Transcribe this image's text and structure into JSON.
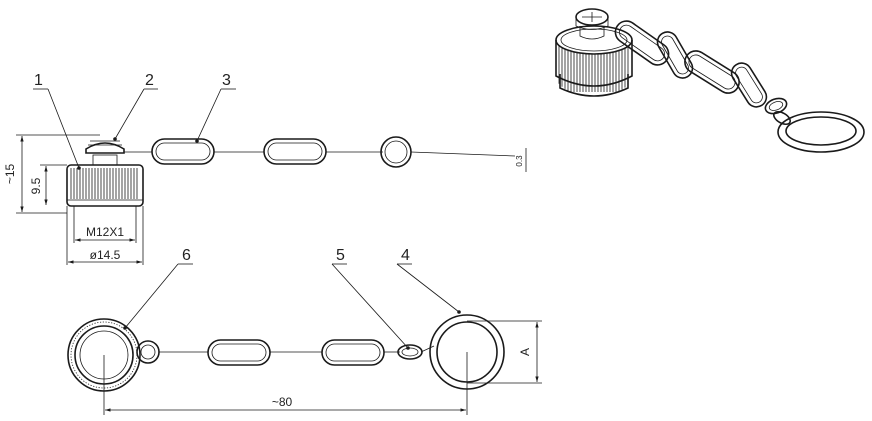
{
  "callouts": {
    "c1": "1",
    "c2": "2",
    "c3": "3",
    "c4": "4",
    "c5": "5",
    "c6": "6"
  },
  "dimensions": {
    "overall_height": "~15",
    "cap_height": "9.5",
    "thread": "M12X1",
    "cap_diameter": "ø14.5",
    "wire": "0.3",
    "chain_length": "~80",
    "ring_inner": "A"
  },
  "colors": {
    "line": "#1a1a1a",
    "background": "#ffffff"
  }
}
